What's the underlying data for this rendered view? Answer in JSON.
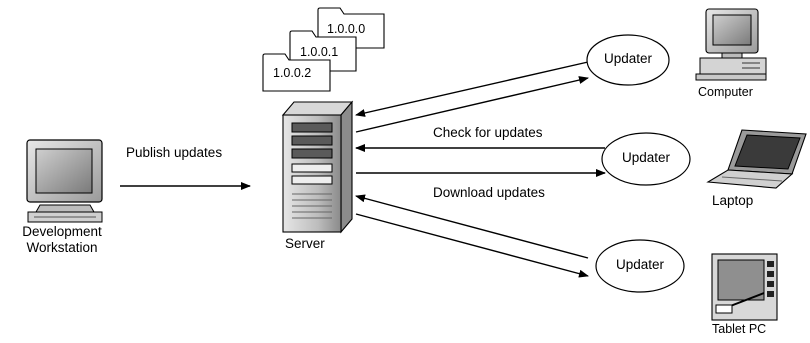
{
  "diagram": {
    "workstation": {
      "line1": "Development",
      "line2": "Workstation"
    },
    "publish_label": "Publish updates",
    "server_label": "Server",
    "versions": [
      "1.0.0.0",
      "1.0.0.1",
      "1.0.0.2"
    ],
    "check_label": "Check for updates",
    "download_label": "Download updates",
    "updater_label": "Updater",
    "clients": {
      "computer": "Computer",
      "laptop": "Laptop",
      "tablet": "Tablet PC"
    }
  }
}
